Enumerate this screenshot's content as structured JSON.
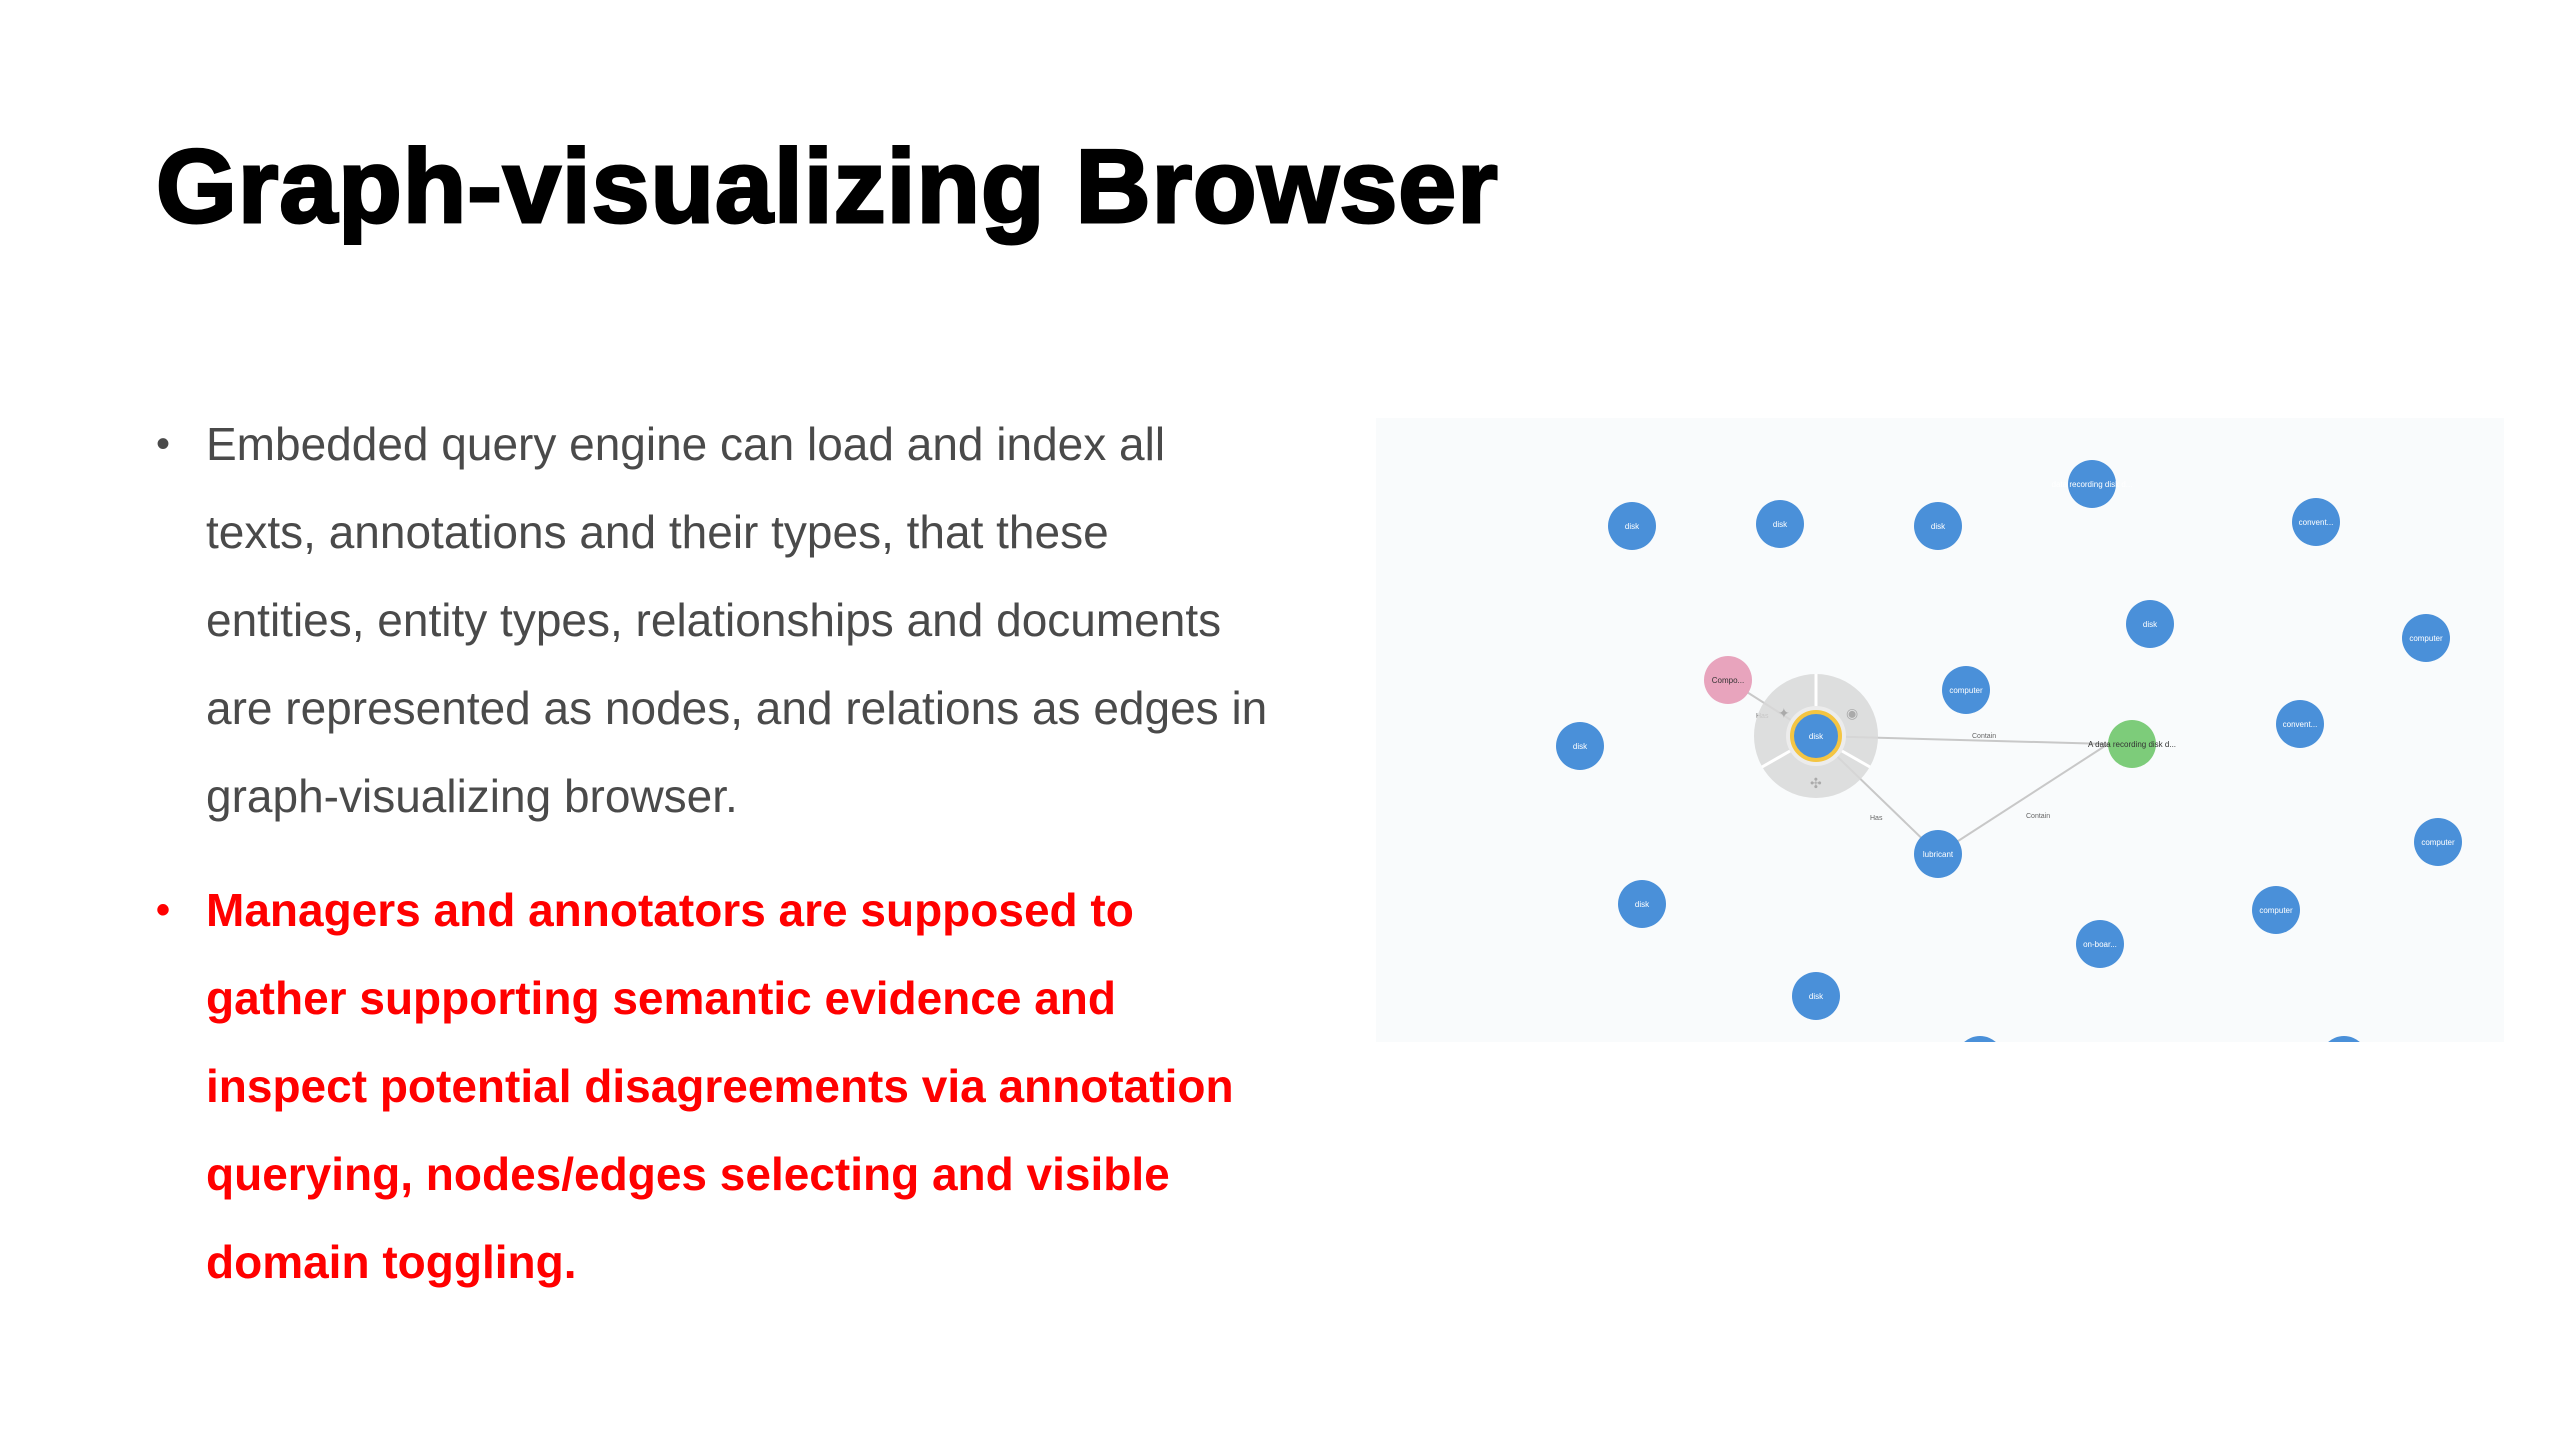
{
  "slide": {
    "title": "Graph-visualizing Browser",
    "bullets": [
      {
        "marker": "•",
        "text": "Embedded query engine can load and index all texts, annotations and their types, that these entities, entity types, relationships and documents are represented as nodes, and relations as edges in graph-visualizing browser."
      },
      {
        "marker": "•",
        "text": "Managers and annotators are supposed to gather supporting semantic evidence and inspect potential disagreements via annotation querying, nodes/edges selecting and visible domain toggling."
      }
    ]
  },
  "graph": {
    "node_color": "#4a90d9",
    "pink_node_color": "#e8a4bd",
    "green_node_color": "#7dcc7a",
    "ring_color": "#d8d8d8",
    "nodes": [
      {
        "label": "disk",
        "color": "blue"
      },
      {
        "label": "disk",
        "color": "blue"
      },
      {
        "label": "disk",
        "color": "blue"
      },
      {
        "label": "data recording disk d...",
        "color": "blue"
      },
      {
        "label": "convent...",
        "color": "blue"
      },
      {
        "label": "disk",
        "color": "blue"
      },
      {
        "label": "computer",
        "color": "blue"
      },
      {
        "label": "Compo...",
        "color": "pink"
      },
      {
        "label": "computer",
        "color": "blue"
      },
      {
        "label": "convent...",
        "color": "blue"
      },
      {
        "label": "disk",
        "color": "blue"
      },
      {
        "label": "disk",
        "color": "blue"
      },
      {
        "label": "A data recording disk d...",
        "color": "green"
      },
      {
        "label": "lubricant",
        "color": "blue"
      },
      {
        "label": "computer",
        "color": "blue"
      },
      {
        "label": "disk",
        "color": "blue"
      },
      {
        "label": "computer",
        "color": "blue"
      },
      {
        "label": "on-boar...",
        "color": "blue"
      },
      {
        "label": "disk",
        "color": "blue"
      }
    ],
    "edges": [
      {
        "label": "Contain"
      },
      {
        "label": "Contain"
      },
      {
        "label": "Has"
      },
      {
        "label": "Has"
      }
    ]
  }
}
